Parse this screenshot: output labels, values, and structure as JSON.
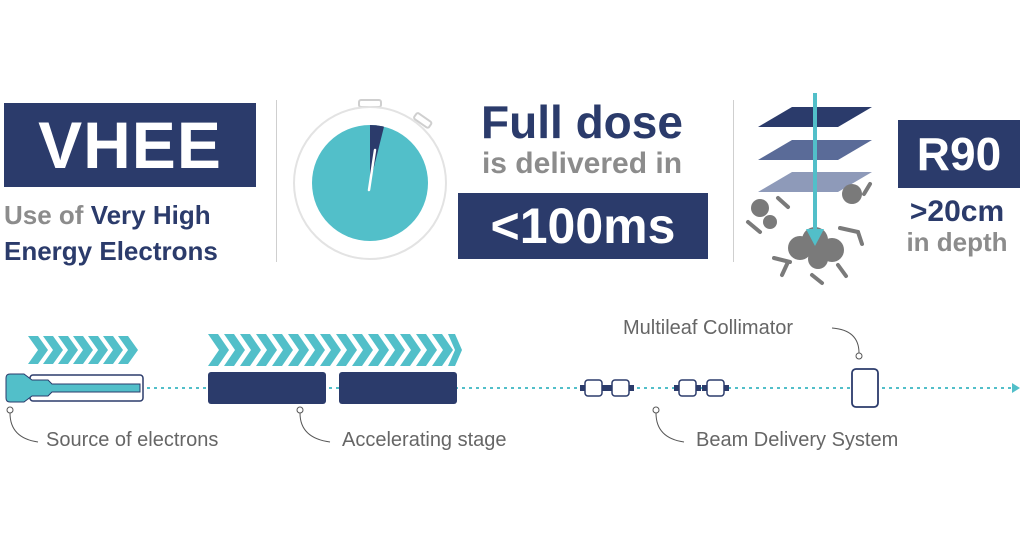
{
  "panels": {
    "vhee": {
      "title": "VHEE",
      "subtitle_prefix": "Use of ",
      "subtitle_highlight": "Very High",
      "subtitle_line2": "Energy Electrons"
    },
    "dose": {
      "line1": "Full dose",
      "line2": "is delivered in",
      "value": "<100ms"
    },
    "depth": {
      "title": "R90",
      "value": ">20cm",
      "subtitle": "in depth"
    }
  },
  "beamline": {
    "source_label": "Source of electrons",
    "accelerating_label": "Accelerating stage",
    "delivery_label": "Beam Delivery System",
    "collimator_label": "Multileaf Collimator"
  },
  "colors": {
    "navy": "#2b3b6b",
    "teal": "#52bfc9",
    "grey": "#8c8c8c",
    "light_grey": "#cfcfcf"
  }
}
